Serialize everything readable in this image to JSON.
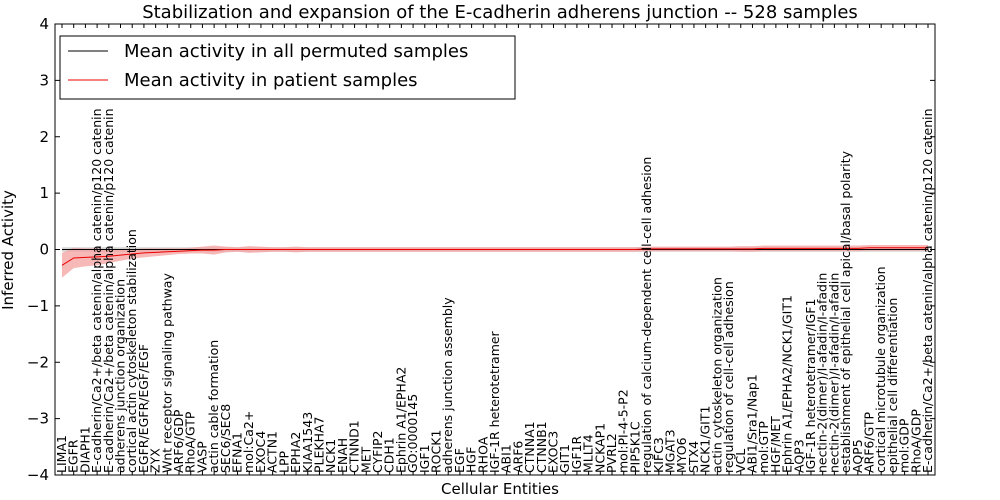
{
  "chart_data": {
    "type": "line",
    "title": "Stabilization and expansion of the E-cadherin adherens junction -- 528 samples",
    "xlabel": "Cellular Entities",
    "ylabel": "Inferred Activity",
    "ylim": [
      -4,
      4
    ],
    "yticks": [
      -4,
      -3,
      -2,
      -1,
      0,
      1,
      2,
      3,
      4
    ],
    "legend_position": "upper-left",
    "categories": [
      "LIMA1",
      "EGFR",
      "DIAPH1",
      "E-cadherin/Ca2+/beta catenin/alpha catenin/p120 catenin",
      "E-cadherin/Ca2+/beta catenin/alpha catenin/p120 catenin",
      "adherens junction organization",
      "cortical actin cytoskeleton stabilization",
      "EGFR/EGFR/EGF/EGF",
      "ZYX",
      "Wnt receptor signaling pathway",
      "ARF6/GDP",
      "RhoA/GTP",
      "VASP",
      "actin cable formation",
      "SEC6/SEC8",
      "EFNA1",
      "mol:Ca2+",
      "EXOC4",
      "ACTN1",
      "LPP",
      "EPHA2",
      "KIAA1543",
      "PLEKHA7",
      "NCK1",
      "ENAH",
      "CTNND1",
      "MET",
      "CYFIP2",
      "CDH1",
      "Ephrin A1/EPHA2",
      "GO:0000145",
      "IGF1",
      "ROCK1",
      "adherens junction assembly",
      "EGF",
      "HGF",
      "RHOA",
      "IGF-1R heterotetramer",
      "ABI1",
      "ARF6",
      "CTNNA1",
      "CTNNB1",
      "EXOC3",
      "GIT1",
      "IGF1R",
      "MLLT4",
      "NCKAP1",
      "PVRL2",
      "mol:PI-4-5-P2",
      "PIP5K1C",
      "regulation of calcium-dependent cell-cell adhesion",
      "KIFC3",
      "MGAT3",
      "MYO6",
      "STX4",
      "NCK1/GIT1",
      "actin cytoskeleton organization",
      "regulation of cell-cell adhesion",
      "VCL",
      "ABI1/Sra1/Nap1",
      "mol:GTP",
      "HGF/MET",
      "Ephrin A1/EPHA2/NCK1/GIT1",
      "AQP3",
      "IGF-1R heterotetramer/IGF1",
      "nectin-2(dimer)/I-afadin/I-afadin",
      "nectin-2(dimer)/I-afadin/I-afadin",
      "establishment of epithelial cell apical/basal polarity",
      "AQP5",
      "ARF6/GTP",
      "cortical microtubule organization",
      "epithelial cell differentiation",
      "mol:GDP",
      "RhoA/GDP",
      "E-cadherin/Ca2+/beta catenin/alpha catenin/p120 catenin"
    ],
    "series": [
      {
        "name": "Mean activity in all permuted samples",
        "color": "#000000",
        "band_color": "#bbbbbb",
        "values": [
          0,
          0,
          0,
          0,
          0,
          0,
          0,
          0,
          0,
          0,
          0,
          0,
          0,
          0,
          0,
          0,
          0,
          0,
          0,
          0,
          0,
          0,
          0,
          0,
          0,
          0,
          0,
          0,
          0,
          0,
          0,
          0,
          0,
          0,
          0,
          0,
          0,
          0,
          0,
          0,
          0,
          0,
          0,
          0,
          0,
          0,
          0,
          0,
          0,
          0,
          0,
          0,
          0,
          0,
          0,
          0,
          0,
          0,
          0,
          0,
          0,
          0,
          0,
          0,
          0,
          0,
          0,
          0,
          0,
          0,
          0,
          0,
          0,
          0,
          0
        ],
        "band": [
          0.04,
          0.04,
          0.04,
          0.04,
          0.04,
          0.04,
          0.04,
          0.04,
          0.04,
          0.04,
          0.04,
          0.04,
          0.04,
          0.04,
          0.04,
          0.04,
          0.04,
          0.04,
          0.04,
          0.04,
          0.04,
          0.04,
          0.04,
          0.04,
          0.04,
          0.04,
          0.04,
          0.04,
          0.04,
          0.04,
          0.04,
          0.04,
          0.04,
          0.04,
          0.04,
          0.04,
          0.04,
          0.04,
          0.04,
          0.04,
          0.04,
          0.04,
          0.04,
          0.04,
          0.04,
          0.04,
          0.04,
          0.04,
          0.04,
          0.04,
          0.04,
          0.04,
          0.04,
          0.04,
          0.04,
          0.04,
          0.04,
          0.04,
          0.04,
          0.04,
          0.04,
          0.04,
          0.04,
          0.04,
          0.04,
          0.04,
          0.04,
          0.04,
          0.04,
          0.04,
          0.04,
          0.04,
          0.04,
          0.04,
          0.04
        ]
      },
      {
        "name": "Mean activity in patient samples",
        "color": "#ee0000",
        "band_color": "#f4a0a0",
        "values": [
          -0.28,
          -0.15,
          -0.14,
          -0.13,
          -0.12,
          -0.1,
          -0.08,
          -0.06,
          -0.05,
          -0.04,
          -0.03,
          -0.02,
          -0.01,
          -0.01,
          0,
          0,
          0,
          0,
          0,
          0,
          0,
          0,
          0,
          0,
          0,
          0,
          0,
          0,
          0,
          0,
          0,
          0,
          0,
          0,
          0,
          0,
          0,
          0,
          0,
          0,
          0,
          0,
          0,
          0,
          0,
          0,
          0,
          0,
          0,
          0,
          0.01,
          0.01,
          0.01,
          0.01,
          0.01,
          0.01,
          0.01,
          0.01,
          0.01,
          0.01,
          0.02,
          0.02,
          0.02,
          0.02,
          0.02,
          0.02,
          0.02,
          0.02,
          0.02,
          0.03,
          0.03,
          0.03,
          0.03,
          0.03,
          0.03
        ],
        "band": [
          0.22,
          0.18,
          0.16,
          0.15,
          0.12,
          0.1,
          0.08,
          0.08,
          0.07,
          0.06,
          0.05,
          0.05,
          0.06,
          0.08,
          0.05,
          0.04,
          0.06,
          0.05,
          0.04,
          0.04,
          0.05,
          0.04,
          0.04,
          0.04,
          0.04,
          0.04,
          0.04,
          0.04,
          0.04,
          0.04,
          0.04,
          0.04,
          0.04,
          0.04,
          0.04,
          0.04,
          0.04,
          0.04,
          0.04,
          0.04,
          0.04,
          0.04,
          0.04,
          0.04,
          0.04,
          0.04,
          0.04,
          0.04,
          0.04,
          0.04,
          0.04,
          0.04,
          0.04,
          0.04,
          0.04,
          0.04,
          0.04,
          0.04,
          0.05,
          0.05,
          0.05,
          0.05,
          0.05,
          0.05,
          0.05,
          0.05,
          0.05,
          0.05,
          0.05,
          0.05,
          0.05,
          0.05,
          0.05,
          0.05,
          0.05
        ]
      }
    ]
  }
}
